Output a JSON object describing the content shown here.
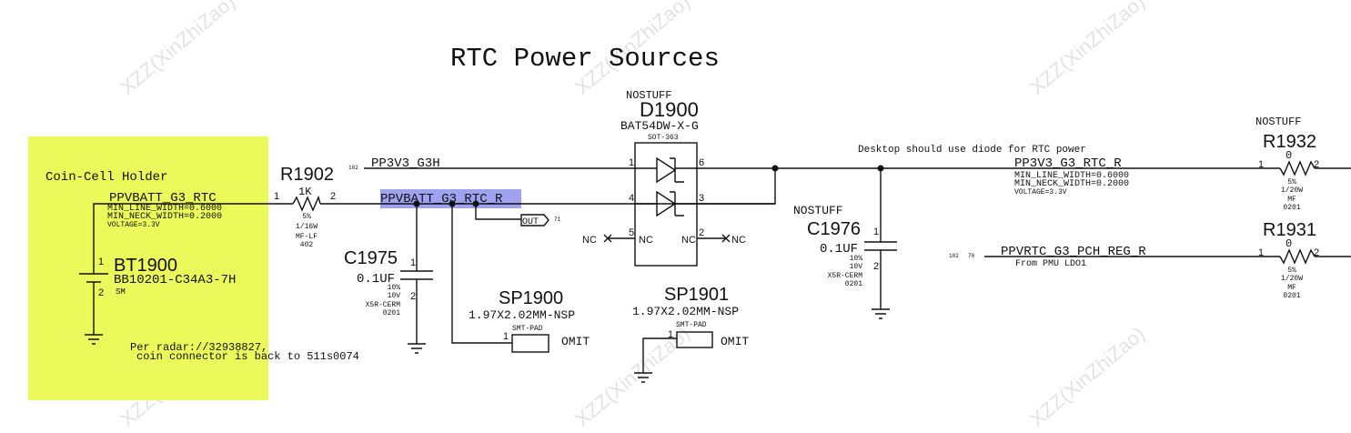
{
  "title": "RTC Power Sources",
  "colors": {
    "highlight_box": "#ebf95a",
    "net_highlight": "#8e92ee",
    "wire": "#111111"
  },
  "watermark": "XZZ(XinZhiZao)",
  "coin_cell": {
    "label": "Coin-Cell Holder",
    "note_line1": "Per radar://32938827,",
    "note_line2": "coin connector is back to 511s0074"
  },
  "nets": {
    "ppvbatt": {
      "name": "PPVBATT_G3_RTC",
      "p1": "MIN_LINE_WIDTH=0.6000",
      "p2": "MIN_NECK_WIDTH=0.2000",
      "p3": "VOLTAGE=3.3V"
    },
    "ppvbatt_r": {
      "name": "PPVBATT_G3_RTC_R",
      "port": "OUT",
      "port_ref": "71"
    },
    "pp3v3_g3h": {
      "name": "PP3V3_G3H",
      "ref": "102"
    },
    "pp3v3_rtc_r": {
      "name": "PP3V3_G3_RTC_R",
      "p1": "MIN_LINE_WIDTH=0.6000",
      "p2": "MIN_NECK_WIDTH=0.2000",
      "p3": "VOLTAGE=3.3V",
      "note": "Desktop should use diode for RTC power"
    },
    "ppvrtc": {
      "name": "PPVRTC_G3_PCH_REG_R",
      "ref1": "102",
      "ref2": "70",
      "note": "From PMU LDO1"
    }
  },
  "components": {
    "bt1900": {
      "ref": "BT1900",
      "part": "BB10201-C34A3-7H",
      "pkg": "SM",
      "pin1": "1",
      "pin2": "2"
    },
    "r1902": {
      "ref": "R1902",
      "value": "1K",
      "tol": "5%",
      "power": "1/16W",
      "type": "MF-LF",
      "size": "402",
      "pin1": "1",
      "pin2": "2"
    },
    "c1975": {
      "ref": "C1975",
      "value": "0.1UF",
      "tol": "10%",
      "volt": "10V",
      "type": "X5R-CERM",
      "size": "0201",
      "pin1": "1",
      "pin2": "2"
    },
    "sp1900": {
      "ref": "SP1900",
      "part": "1.97X2.02MM-NSP",
      "pkg": "SMT-PAD",
      "pin": "1",
      "omit": "OMIT"
    },
    "sp1901": {
      "ref": "SP1901",
      "part": "1.97X2.02MM-NSP",
      "pkg": "SMT-PAD",
      "pin": "1",
      "omit": "OMIT"
    },
    "d1900": {
      "stuff": "NOSTUFF",
      "ref": "D1900",
      "part": "BAT54DW-X-G",
      "pkg": "SOT-363",
      "pin1": "1",
      "pin6": "6",
      "pin4": "4",
      "pin3": "3",
      "pin5": "5",
      "pin2": "2",
      "nc": "NC"
    },
    "c1976": {
      "stuff": "NOSTUFF",
      "ref": "C1976",
      "value": "0.1UF",
      "tol": "10%",
      "volt": "10V",
      "type": "X5R-CERM",
      "size": "0201",
      "pin1": "1",
      "pin2": "2"
    },
    "r1932": {
      "stuff": "NOSTUFF",
      "ref": "R1932",
      "value": "0",
      "tol": "5%",
      "power": "1/20W",
      "type": "MF",
      "size": "0201",
      "pin1": "1",
      "pin2": "2"
    },
    "r1931": {
      "ref": "R1931",
      "value": "0",
      "tol": "5%",
      "power": "1/20W",
      "type": "MF",
      "size": "0201",
      "pin1": "1",
      "pin2": "2"
    }
  }
}
